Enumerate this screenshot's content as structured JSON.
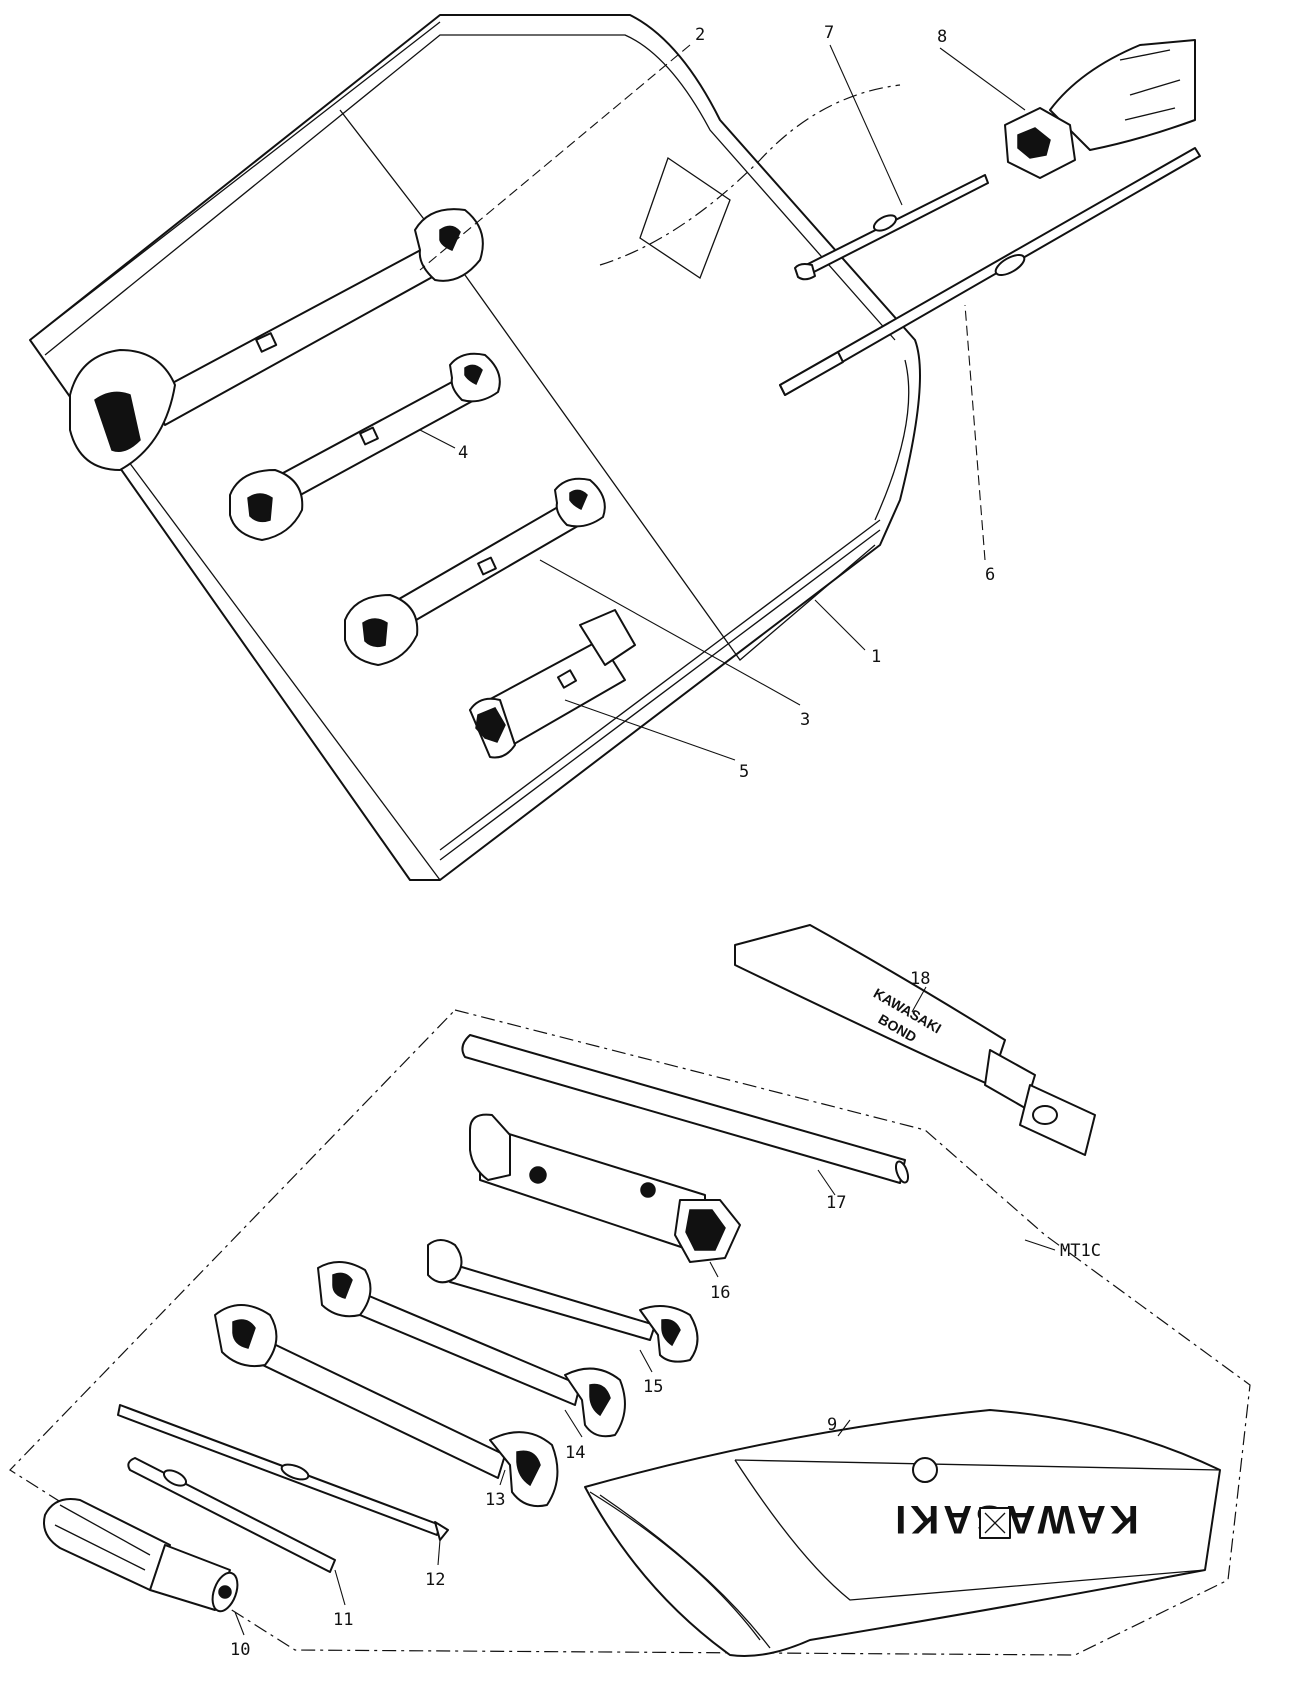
{
  "upper_kit": {
    "callouts": [
      "1",
      "2",
      "3",
      "4",
      "5",
      "6",
      "7",
      "8"
    ]
  },
  "lower_kit": {
    "callouts": [
      "9",
      "10",
      "11",
      "12",
      "13",
      "14",
      "15",
      "16",
      "17",
      "18"
    ],
    "group_code": "MT1C",
    "bond_label_line1": "KAWASAKI",
    "bond_label_line2": "BOND",
    "pouch_brand": "KAWASAKI"
  }
}
